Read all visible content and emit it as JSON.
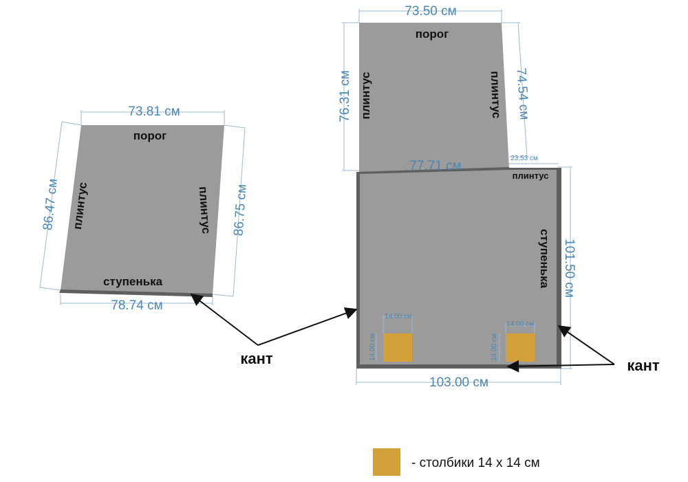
{
  "left_plan": {
    "dim_top": "73.81 см",
    "dim_left": "86.47 см",
    "dim_right": "86.75 см",
    "dim_bottom": "78.74 см",
    "label_threshold": "порог",
    "label_baseboard_left": "плинтус",
    "label_baseboard_right": "плинтус",
    "label_step": "ступенька"
  },
  "right_plan": {
    "dim_top": "73.50 см",
    "dim_left_upper": "76.31 см",
    "dim_right_upper": "74.54 см",
    "dim_mid": "77.71 см",
    "dim_notch": "23.53 см",
    "dim_right_lower": "101.50 см",
    "dim_bottom": "103.00 см",
    "label_threshold": "порог",
    "label_baseboard_left": "плинтус",
    "label_baseboard_right": "плинтус",
    "label_baseboard_notch": "плинтус",
    "label_step": "ступенька",
    "post_left_w": "14.00 см",
    "post_left_h": "14.00 см",
    "post_right_w": "14.00 см",
    "post_right_h": "14.00 см"
  },
  "kant_left": "кант",
  "kant_right": "кант",
  "legend": {
    "text": "- столбики 14 х 14 см"
  },
  "colors": {
    "floor": "#9b9b9b",
    "edge": "#5f5f5f",
    "post": "#d3a03a",
    "dimension": "#4a87b2"
  }
}
